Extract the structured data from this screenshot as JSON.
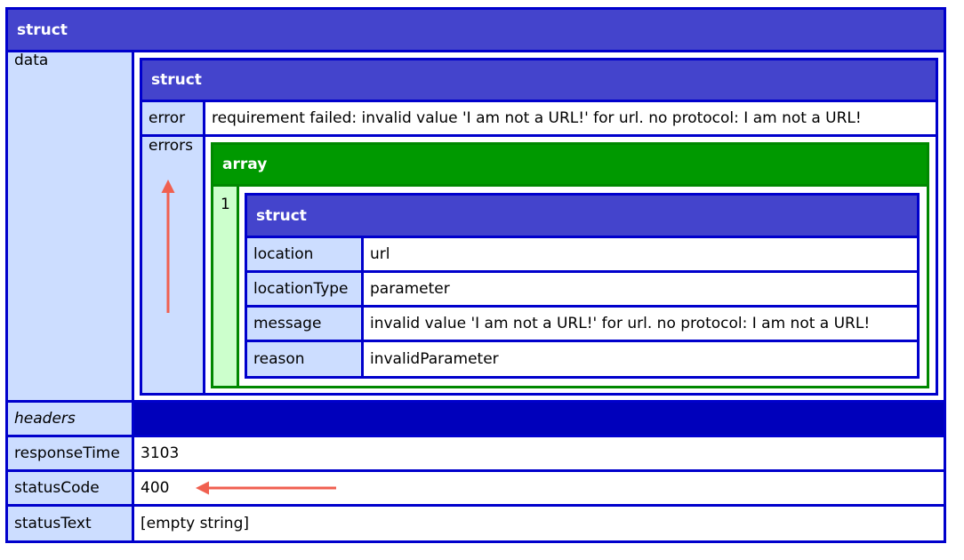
{
  "root": {
    "type_label": "struct",
    "rows": {
      "data": {
        "key": "data"
      },
      "headers": {
        "key": "headers"
      },
      "responseTime": {
        "key": "responseTime",
        "value": "3103"
      },
      "statusCode": {
        "key": "statusCode",
        "value": "400"
      },
      "statusText": {
        "key": "statusText",
        "value": "[empty string]"
      }
    }
  },
  "data_struct": {
    "type_label": "struct",
    "error": {
      "key": "error",
      "value": "requirement failed: invalid value 'I am not a URL!' for url. no protocol: I am not a URL!"
    },
    "errors": {
      "key": "errors"
    }
  },
  "errors_array": {
    "type_label": "array",
    "index": "1"
  },
  "error_item_struct": {
    "type_label": "struct",
    "rows": [
      {
        "key": "location",
        "value": "url"
      },
      {
        "key": "locationType",
        "value": "parameter"
      },
      {
        "key": "message",
        "value": "invalid value 'I am not a URL!' for url. no protocol: I am not a URL!"
      },
      {
        "key": "reason",
        "value": "invalidParameter"
      }
    ]
  },
  "colors": {
    "struct_header": "#4444cc",
    "struct_border": "#0000cc",
    "array_header": "#009900",
    "array_border": "#008800",
    "key_cell": "#ccddff",
    "array_index_cell": "#ccffcc",
    "annotation_arrow": "#f06050"
  }
}
